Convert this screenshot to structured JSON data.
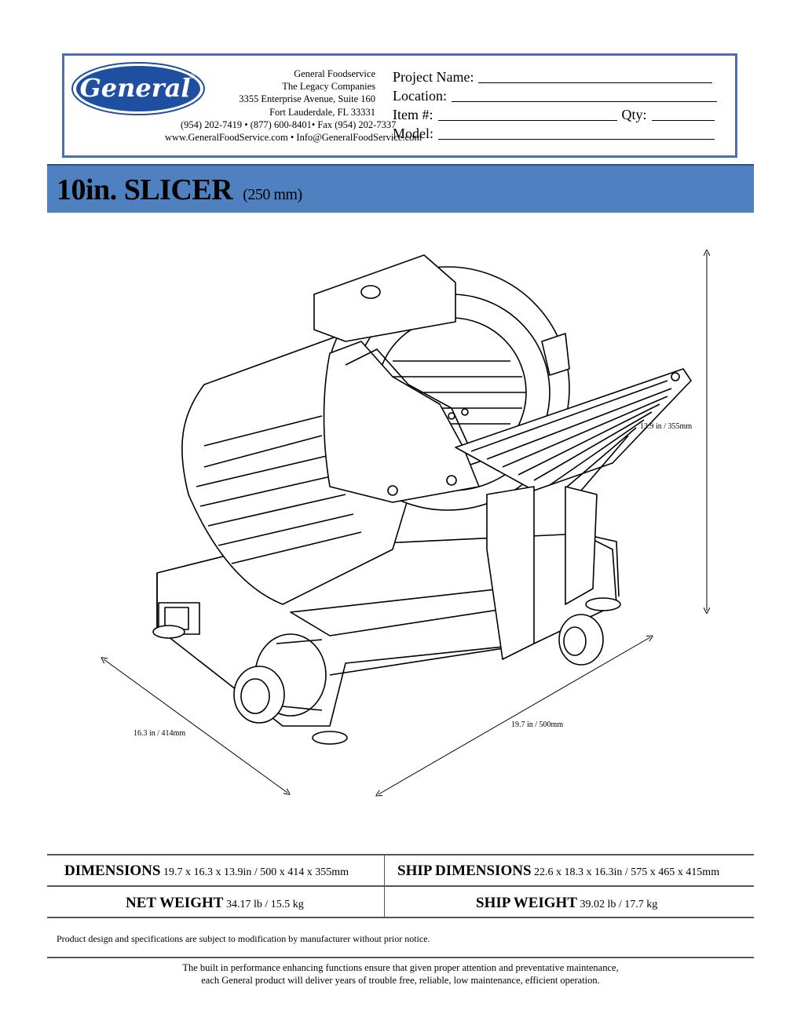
{
  "company": {
    "logo_text": "General",
    "lines": [
      "General Foodservice",
      "The Legacy Companies",
      "3355 Enterprise Avenue, Suite 160",
      "Fort Lauderdale, FL 33331",
      "(954) 202-7419 • (877) 600-8401• Fax (954) 202-7337",
      "www.GeneralFoodService.com •  Info@GeneralFoodService.com"
    ]
  },
  "form": {
    "project_name_label": "Project Name:",
    "location_label": "Location:",
    "item_label": "Item #:",
    "qty_label": "Qty:",
    "model_label": "Model:"
  },
  "title": {
    "main": "10in. SLICER",
    "sub": "(250 mm)"
  },
  "dimensions": {
    "height": "13.9 in / 355mm",
    "depth": "16.3 in / 414mm",
    "width": "19.7 in / 500mm"
  },
  "specs": {
    "dimensions_label": "DIMENSIONS",
    "dimensions_value": "19.7 x 16.3 x 13.9in / 500 x 414 x 355mm",
    "ship_dimensions_label": "SHIP DIMENSIONS",
    "ship_dimensions_value": "22.6 x 18.3 x 16.3in / 575 x 465 x 415mm",
    "net_weight_label": "NET WEIGHT",
    "net_weight_value": "34.17 lb / 15.5 kg",
    "ship_weight_label": "SHIP WEIGHT",
    "ship_weight_value": "39.02 lb / 17.7 kg"
  },
  "notice": "Product design and specifications are subject to modification by manufacturer without prior notice.",
  "footer": {
    "line1": "The built in performance enhancing functions ensure that given proper attention and preventative maintenance,",
    "line2": "each General product will deliver years of trouble free, reliable, low maintenance, efficient operation."
  },
  "colors": {
    "title_band": "#4f80bf",
    "header_border": "#4a6fb0",
    "logo_blue": "#1f4fa0"
  }
}
